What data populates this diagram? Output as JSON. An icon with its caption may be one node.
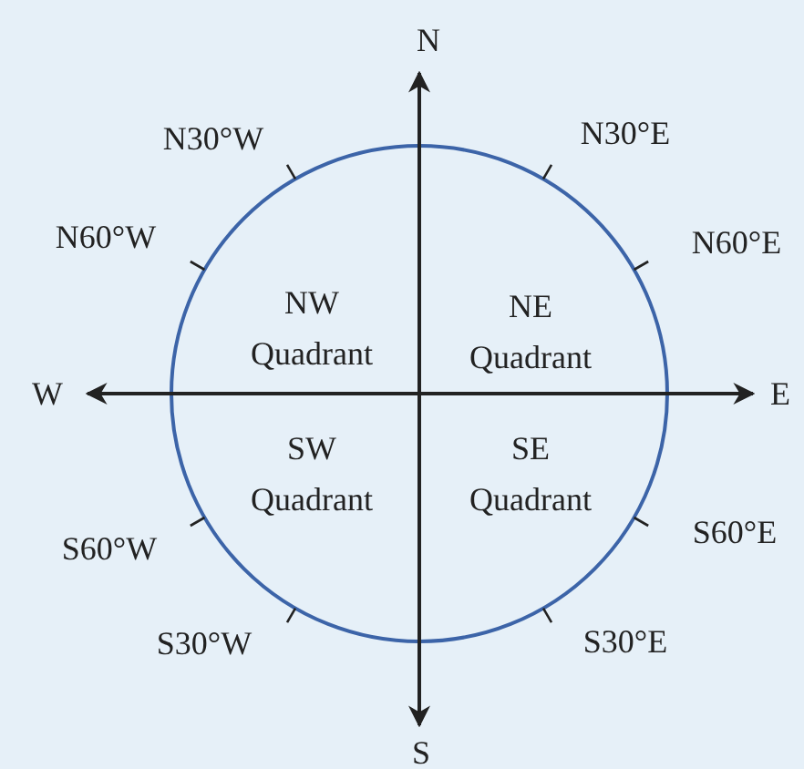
{
  "diagram": {
    "labels": [
      "N",
      "N30°W",
      "N30°E",
      "N60°W",
      "N60°E",
      "NW Quadrant",
      "NE Quadrant",
      "W",
      "E",
      "SW Quadrant",
      "SE Quadrant",
      "S60°W",
      "S60°E",
      "S30°W",
      "S30°E",
      "S"
    ]
  }
}
